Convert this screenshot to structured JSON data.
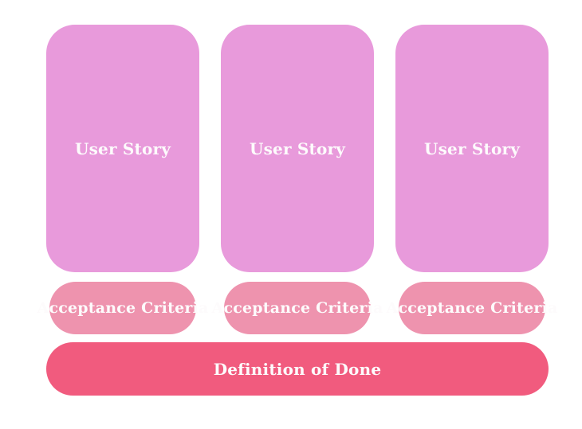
{
  "diagram": {
    "columns": [
      {
        "card_label": "User Story",
        "pill_label": "Acceptance Criteria"
      },
      {
        "card_label": "User Story",
        "pill_label": "Acceptance Criteria"
      },
      {
        "card_label": "User Story",
        "pill_label": "Acceptance Criteria"
      }
    ],
    "footer": {
      "label": "Definition of Done"
    },
    "colors": {
      "background": "#ffffff",
      "card": "#e89adb",
      "pill": "#ee93ae",
      "footer": "#f15b7e",
      "text": "#fdfbfc"
    }
  }
}
